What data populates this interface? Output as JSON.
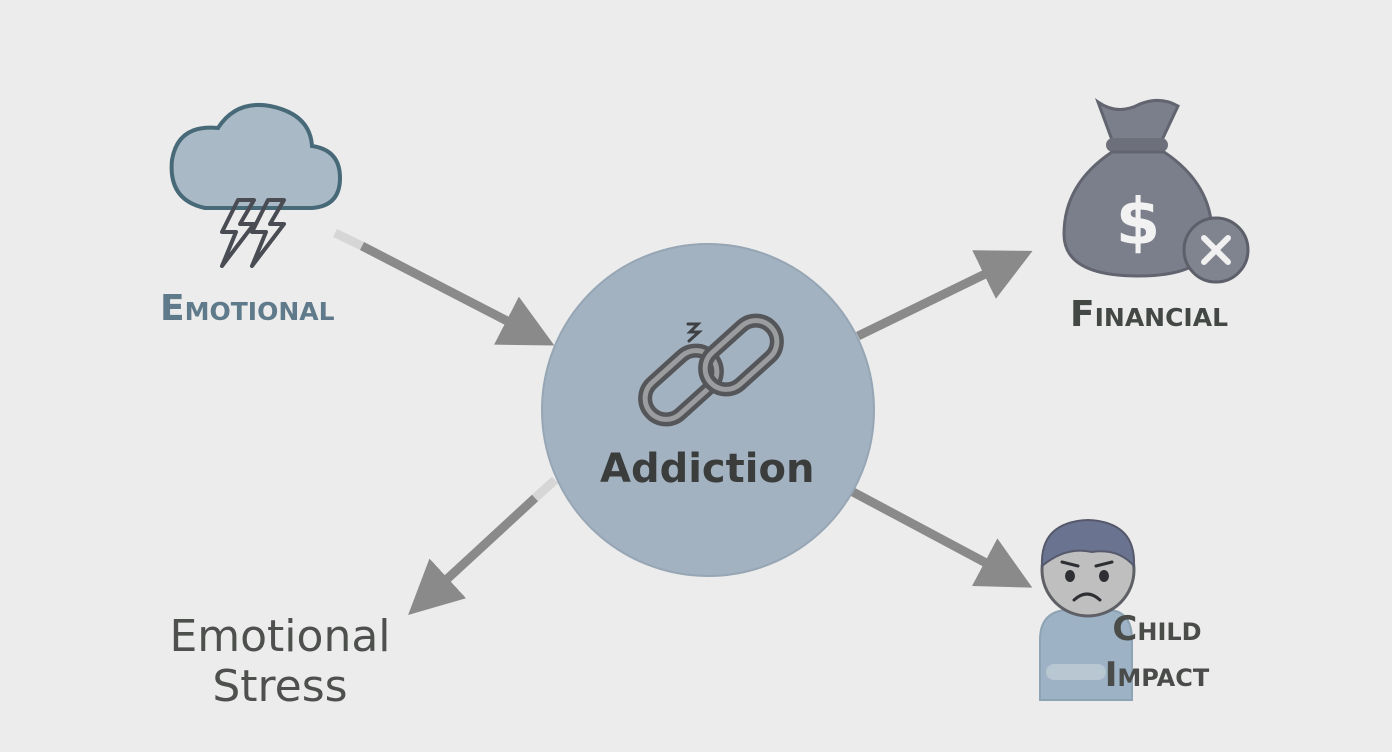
{
  "diagram": {
    "center": {
      "label": "Addiction"
    },
    "nodes": {
      "emotional": {
        "label": "Emotional",
        "icon": "storm-cloud-icon"
      },
      "financial": {
        "label": "Financial",
        "icon": "money-bag-icon"
      },
      "emotional_stress": {
        "line1": "Emotional",
        "line2": "Stress"
      },
      "child_impact": {
        "line1": "Child",
        "line2": "Impact",
        "icon": "sad-child-icon"
      }
    },
    "colors": {
      "background": "#ececec",
      "center_circle": "#a3b2c0",
      "arrow": "#8a8a8a",
      "cloud": "#a9bac6",
      "bag": "#7b7f8b",
      "child_shirt": "#9db2c4"
    }
  }
}
